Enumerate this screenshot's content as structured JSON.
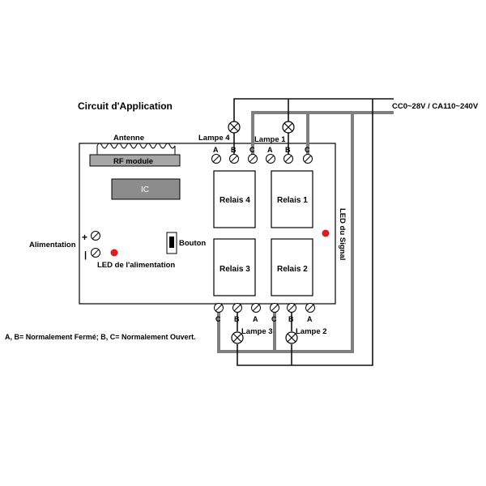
{
  "title": "Circuit d'Application",
  "supply_label": "CC0~28V / CA110~240V",
  "antenna_label": "Antenne",
  "rf_module_label": "RF module",
  "ic_label": "IC",
  "power_label": "Alimentation",
  "power_led_label": "LED de l'alimentation",
  "button_label": "Bouton",
  "signal_led_label": "LED du Signal",
  "plus_sign": "+",
  "minus_sign": "|",
  "legend_note": "A, B= Normalement Fermé; B, C= Normalement Ouvert.",
  "relays": {
    "r4": "Relais 4",
    "r1": "Relais 1",
    "r3": "Relais 3",
    "r2": "Relais 2"
  },
  "lamps": {
    "l4": "Lampe 4",
    "l1": "Lampe 1",
    "l3": "Lampe 3",
    "l2": "Lampe 2"
  },
  "terminals_top": [
    "A",
    "B",
    "C",
    "A",
    "B",
    "C"
  ],
  "terminals_bottom": [
    "C",
    "B",
    "A",
    "C",
    "B",
    "A"
  ],
  "colors": {
    "grey_board": "#a6a6a6",
    "ic_grey": "#8c8c8c",
    "led_red": "#e11b1b",
    "wire_grey": "#7f7f7f"
  }
}
